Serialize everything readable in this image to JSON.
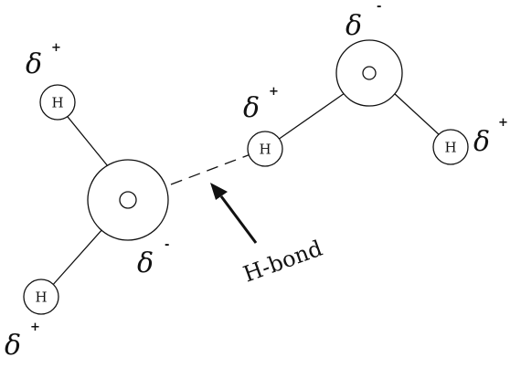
{
  "diagram": {
    "hydrogen_label": "H",
    "hbond_label": "H-bond",
    "delta_symbol": "δ",
    "positive_sign": "+",
    "negative_sign": "-"
  }
}
